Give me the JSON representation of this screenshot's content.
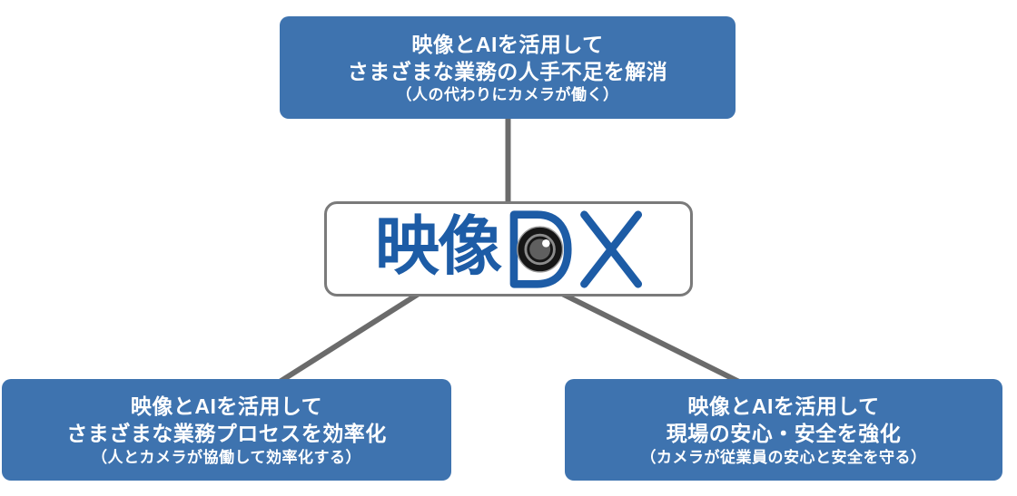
{
  "colors": {
    "background": "#ffffff",
    "box_blue": "#3e73af",
    "logo_blue": "#1d5ca6",
    "logo_border": "#7a7a7a",
    "connector": "#6b6b6b",
    "text_white": "#ffffff",
    "lens_dark": "#161616",
    "lens_rim": "#9a9a9a",
    "lens_ring": "#8c8c8c",
    "lens_pupil": "#5f5f5f",
    "lens_highlight": "#ffffff"
  },
  "diagram": {
    "top_box": {
      "line1": "映像とAIを活用して",
      "line2": "さまざまな業務の人手不足を解消",
      "note": "（人の代わりにカメラが働く）"
    },
    "center_logo": {
      "text": "映像",
      "suffix": "DX",
      "label": "映像DX"
    },
    "bottom_left_box": {
      "line1": "映像とAIを活用して",
      "line2": "さまざまな業務プロセスを効率化",
      "note": "（人とカメラが協働して効率化する）"
    },
    "bottom_right_box": {
      "line1": "映像とAIを活用して",
      "line2": "現場の安心・安全を強化",
      "note": "（カメラが従業員の安心と安全を守る）"
    }
  }
}
